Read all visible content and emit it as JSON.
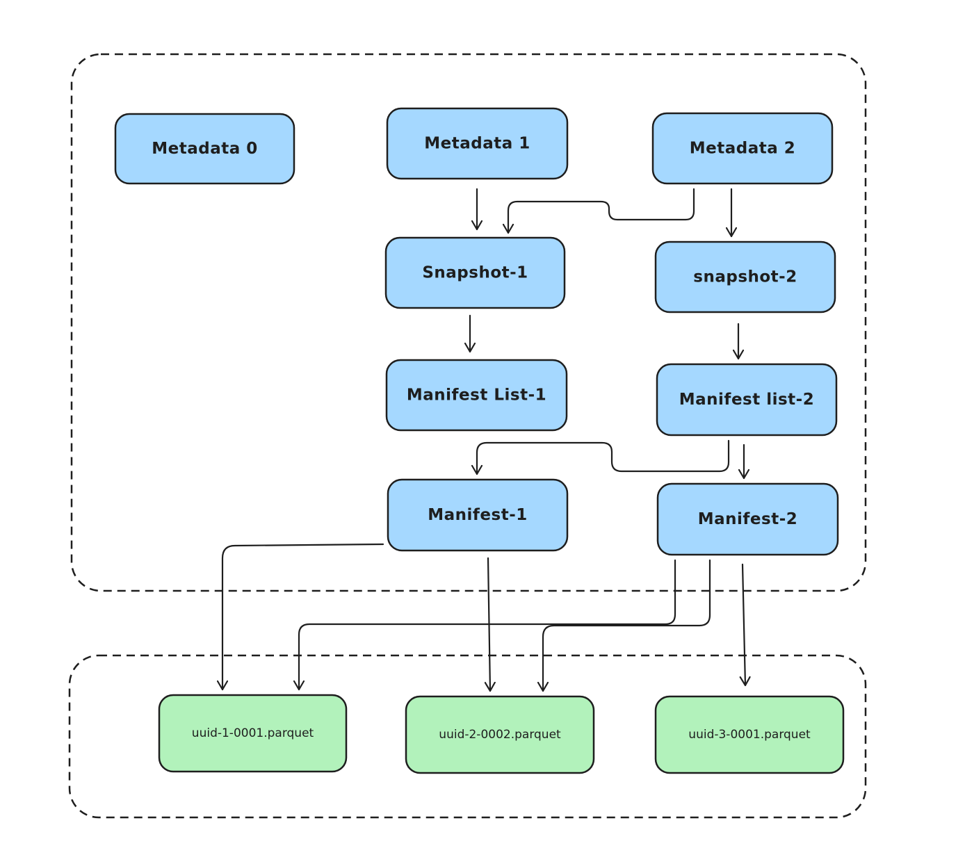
{
  "groups": [
    {
      "id": "metadata-group"
    },
    {
      "id": "data-files-group"
    }
  ],
  "nodes": [
    {
      "id": "metadata-0",
      "label": "Metadata 0",
      "kind": "metadata"
    },
    {
      "id": "metadata-1",
      "label": "Metadata 1",
      "kind": "metadata"
    },
    {
      "id": "metadata-2",
      "label": "Metadata 2",
      "kind": "metadata"
    },
    {
      "id": "snapshot-1",
      "label": "Snapshot-1",
      "kind": "snapshot"
    },
    {
      "id": "snapshot-2",
      "label": "snapshot-2",
      "kind": "snapshot"
    },
    {
      "id": "manifest-list-1",
      "label": "Manifest List-1",
      "kind": "manifest-list"
    },
    {
      "id": "manifest-list-2",
      "label": "Manifest list-2",
      "kind": "manifest-list"
    },
    {
      "id": "manifest-1",
      "label": "Manifest-1",
      "kind": "manifest"
    },
    {
      "id": "manifest-2",
      "label": "Manifest-2",
      "kind": "manifest"
    },
    {
      "id": "file-1",
      "label": "uuid-1-0001.parquet",
      "kind": "data-file"
    },
    {
      "id": "file-2",
      "label": "uuid-2-0002.parquet",
      "kind": "data-file"
    },
    {
      "id": "file-3",
      "label": "uuid-3-0001.parquet",
      "kind": "data-file"
    }
  ],
  "edges": [
    {
      "from": "metadata-1",
      "to": "snapshot-1"
    },
    {
      "from": "metadata-2",
      "to": "snapshot-1"
    },
    {
      "from": "metadata-2",
      "to": "snapshot-2"
    },
    {
      "from": "snapshot-1",
      "to": "manifest-list-1"
    },
    {
      "from": "snapshot-2",
      "to": "manifest-list-2"
    },
    {
      "from": "manifest-list-2",
      "to": "manifest-1"
    },
    {
      "from": "manifest-list-2",
      "to": "manifest-2"
    },
    {
      "from": "manifest-1",
      "to": "file-1"
    },
    {
      "from": "manifest-1",
      "to": "file-2"
    },
    {
      "from": "manifest-2",
      "to": "file-1"
    },
    {
      "from": "manifest-2",
      "to": "file-2"
    },
    {
      "from": "manifest-2",
      "to": "file-3"
    }
  ],
  "colors": {
    "metadata_fill": "#a5d8ff",
    "data_file_fill": "#b2f2bb",
    "stroke": "#1e1e1e"
  }
}
